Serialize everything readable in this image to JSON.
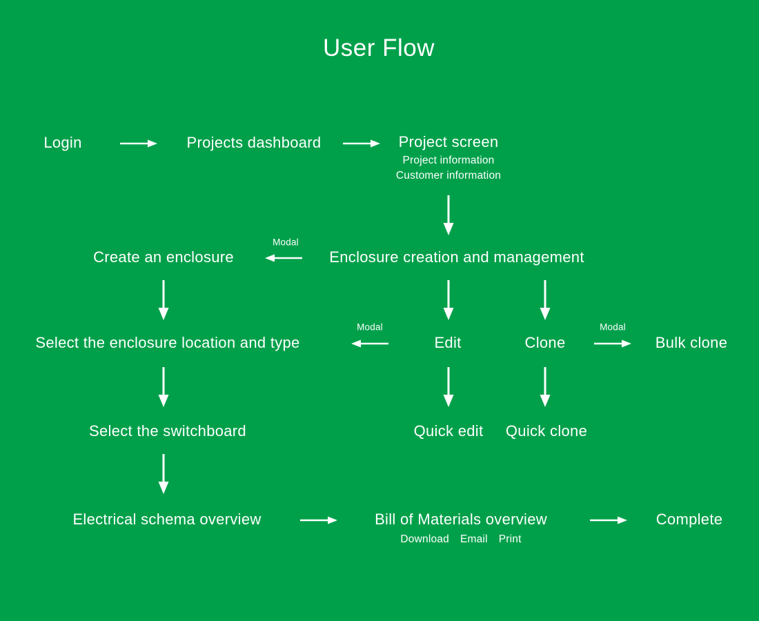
{
  "title": "User Flow",
  "colors": {
    "background": "#00A04A",
    "text": "#FFFFFF"
  },
  "labels": {
    "modal": "Modal"
  },
  "nodes": {
    "login": "Login",
    "projects_dashboard": "Projects dashboard",
    "project_screen": "Project screen",
    "project_information": "Project information",
    "customer_information": "Customer information",
    "create_enclosure": "Create an enclosure",
    "enclosure_management": "Enclosure creation and management",
    "select_location": "Select the enclosure location and type",
    "edit": "Edit",
    "clone": "Clone",
    "bulk_clone": "Bulk clone",
    "select_switchboard": "Select the switchboard",
    "quick_edit": "Quick edit",
    "quick_clone": "Quick clone",
    "electrical_schema": "Electrical schema overview",
    "bill_of_materials": "Bill of Materials overview",
    "complete": "Complete"
  },
  "bom_actions": {
    "download": "Download",
    "email": "Email",
    "print": "Print"
  }
}
